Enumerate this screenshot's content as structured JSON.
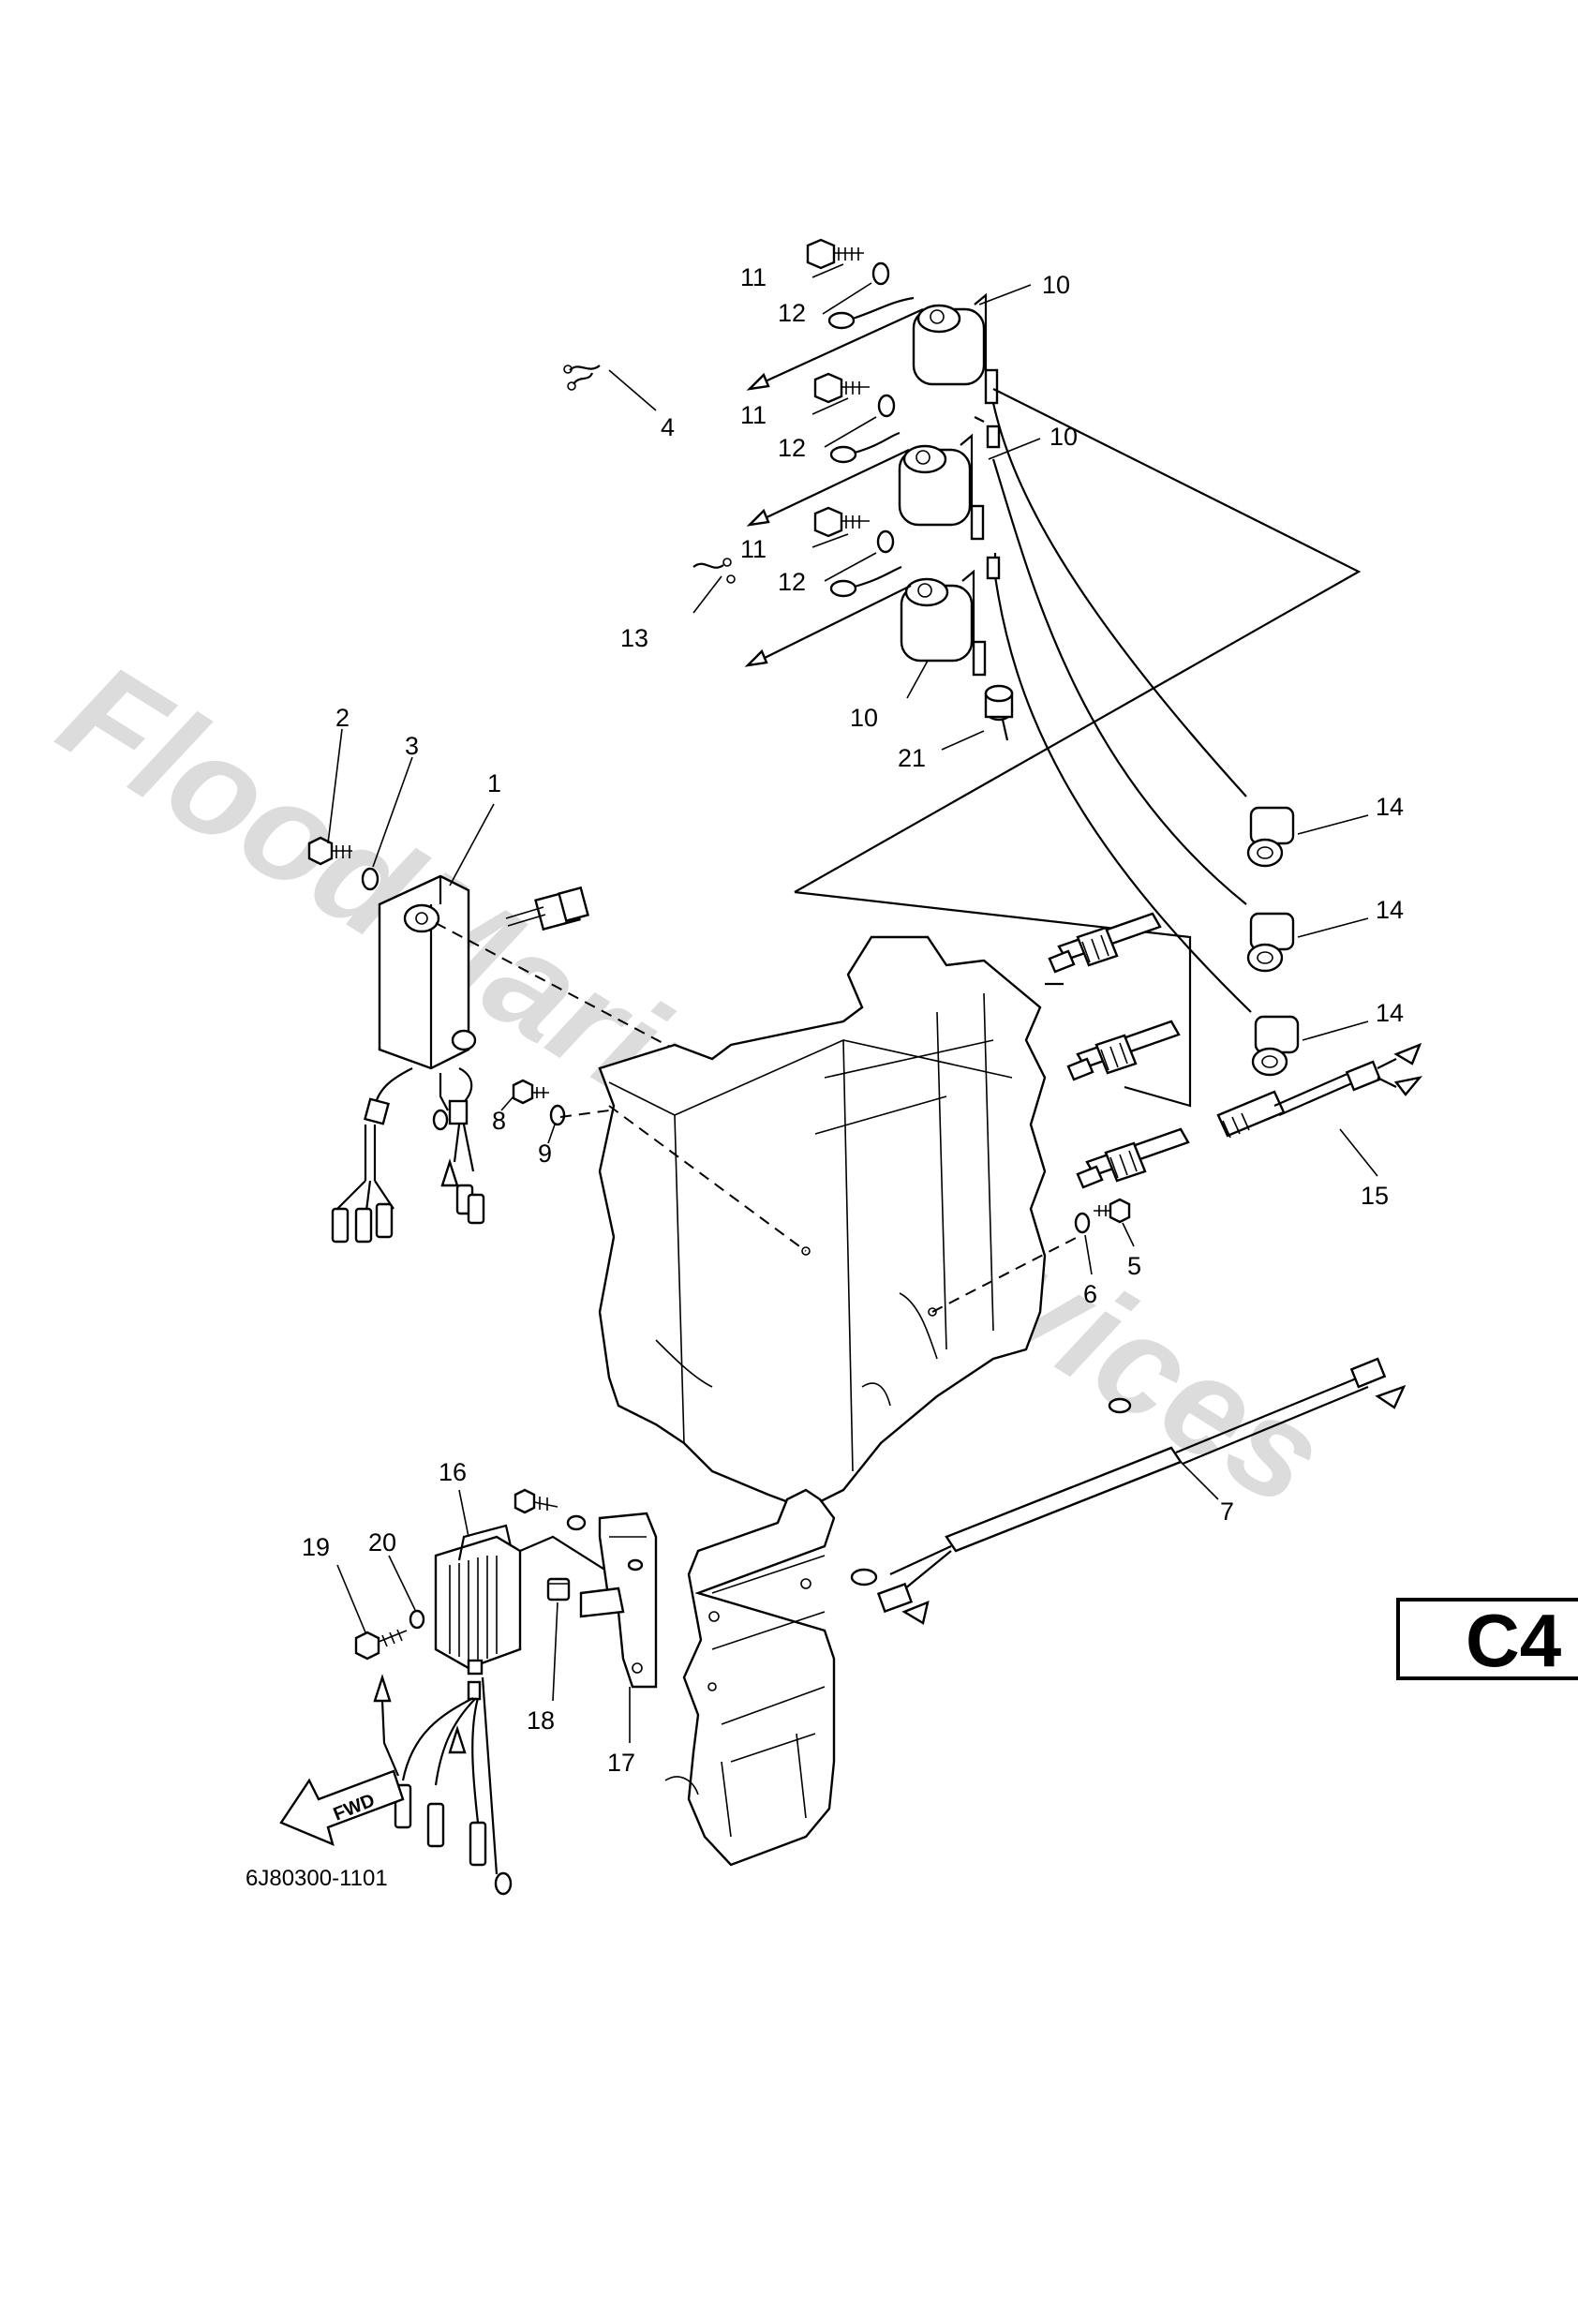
{
  "watermark": "FloodMarine Services",
  "drawing_code": "6J80300-1101",
  "page_label": "C4",
  "fwd_label": "FWD",
  "callouts": {
    "c1": "1",
    "c2": "2",
    "c3": "3",
    "c4": "4",
    "c5": "5",
    "c6": "6",
    "c7": "7",
    "c8": "8",
    "c9": "9",
    "c10a": "10",
    "c10b": "10",
    "c10c": "10",
    "c11a": "11",
    "c11b": "11",
    "c11c": "11",
    "c12a": "12",
    "c12b": "12",
    "c12c": "12",
    "c13": "13",
    "c14a": "14",
    "c14b": "14",
    "c14c": "14",
    "c15": "15",
    "c16": "16",
    "c17": "17",
    "c18": "18",
    "c19": "19",
    "c20": "20",
    "c21": "21"
  }
}
